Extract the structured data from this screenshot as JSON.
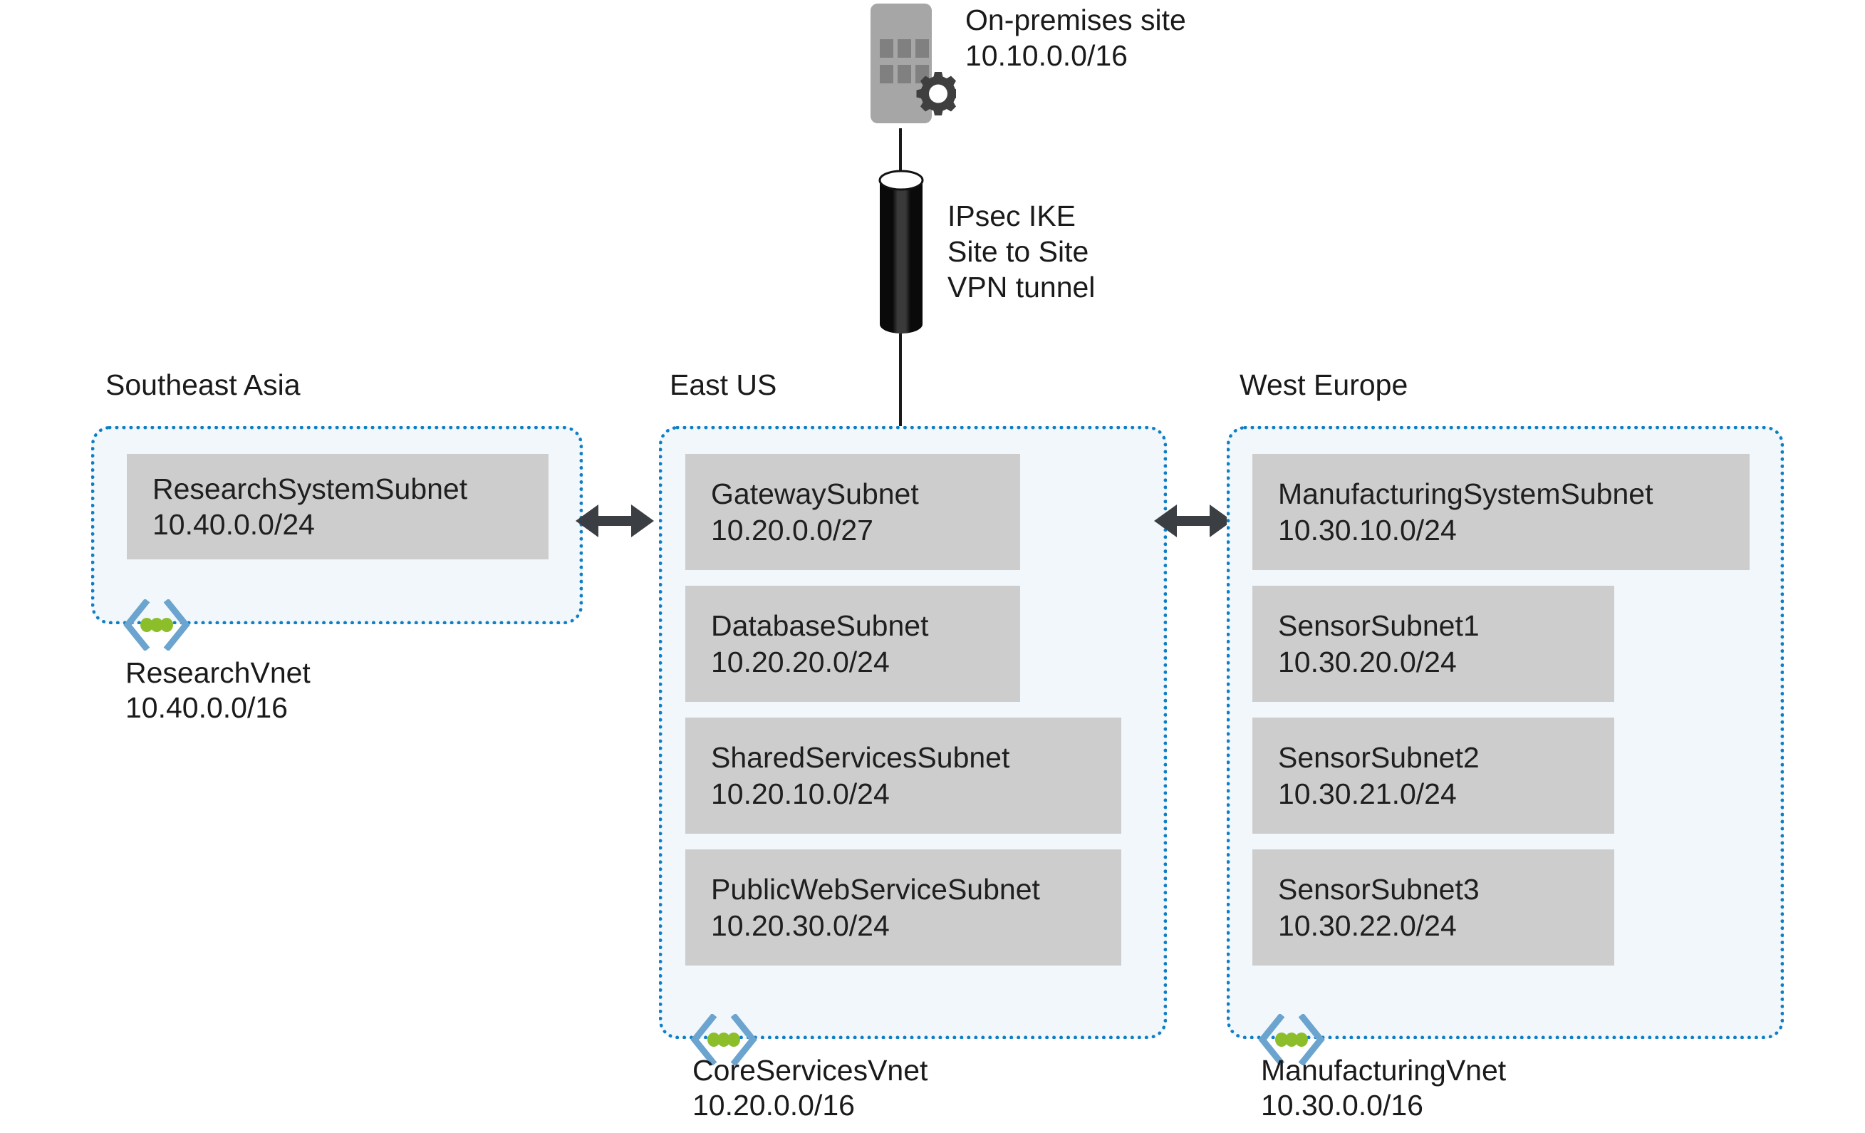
{
  "diagram": {
    "title": "Azure multi-region virtual network topology",
    "colors": {
      "vnet_fill": "#f1f7fb",
      "vnet_border": "#0f7fc4",
      "subnet_fill": "#cdcdcd",
      "text": "#1a1a1a",
      "onprem_body": "#a6a6a6",
      "onprem_window": "#808080",
      "gear": "#3f3f3f",
      "tunnel": "#121212",
      "chevron_blue": "#6ba4ce",
      "dot_green": "#8cbe2a",
      "arrow": "#3b3f43"
    }
  },
  "onpremises": {
    "icon": "onpremises-datacenter-icon",
    "name": "On-premises site",
    "cidr": "10.10.0.0/16"
  },
  "tunnel": {
    "icon": "vpn-tunnel-icon",
    "line1": "IPsec IKE",
    "line2": "Site to Site",
    "line3": "VPN tunnel"
  },
  "peerings": [
    {
      "name": "peering-southeast-asia-to-east-us",
      "icon": "bidirectional-arrow-icon"
    },
    {
      "name": "peering-east-us-to-west-europe",
      "icon": "bidirectional-arrow-icon"
    }
  ],
  "regions": [
    {
      "id": "southeast-asia",
      "label": "Southeast Asia",
      "vnet": {
        "icon": "vnet-icon",
        "name": "ResearchVnet",
        "cidr": "10.40.0.0/16"
      },
      "subnets": [
        {
          "name": "ResearchSystemSubnet",
          "cidr": "10.40.0.0/24"
        }
      ]
    },
    {
      "id": "east-us",
      "label": "East US",
      "vnet": {
        "icon": "vnet-icon",
        "name": "CoreServicesVnet",
        "cidr": "10.20.0.0/16"
      },
      "subnets": [
        {
          "name": "GatewaySubnet",
          "cidr": "10.20.0.0/27"
        },
        {
          "name": "DatabaseSubnet",
          "cidr": "10.20.20.0/24"
        },
        {
          "name": "SharedServicesSubnet",
          "cidr": "10.20.10.0/24"
        },
        {
          "name": "PublicWebServiceSubnet",
          "cidr": "10.20.30.0/24"
        }
      ]
    },
    {
      "id": "west-europe",
      "label": "West Europe",
      "vnet": {
        "icon": "vnet-icon",
        "name": "ManufacturingVnet",
        "cidr": "10.30.0.0/16"
      },
      "subnets": [
        {
          "name": "ManufacturingSystemSubnet",
          "cidr": "10.30.10.0/24"
        },
        {
          "name": "SensorSubnet1",
          "cidr": "10.30.20.0/24"
        },
        {
          "name": "SensorSubnet2",
          "cidr": "10.30.21.0/24"
        },
        {
          "name": "SensorSubnet3",
          "cidr": "10.30.22.0/24"
        }
      ]
    }
  ]
}
